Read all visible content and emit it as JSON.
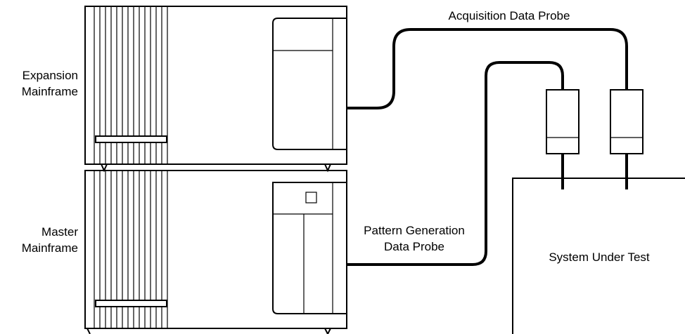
{
  "labels": {
    "expansion_line1": "Expansion",
    "expansion_line2": "Mainframe",
    "master_line1": "Master",
    "master_line2": "Mainframe",
    "acquisition_probe": "Acquisition Data Probe",
    "pattern_line1": "Pattern Generation",
    "pattern_line2": "Data Probe",
    "system_under_test": "System Under Test"
  },
  "colors": {
    "line": "#000000",
    "background": "#ffffff"
  }
}
